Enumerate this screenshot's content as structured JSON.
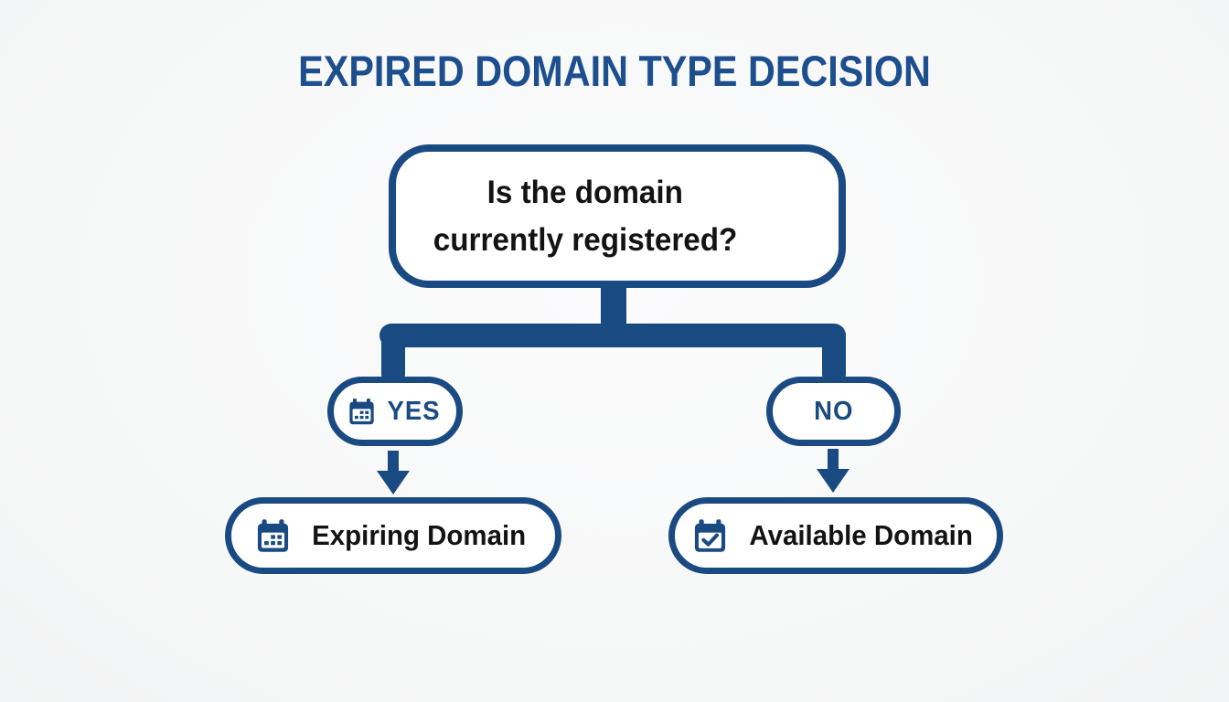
{
  "title": "EXPIRED DOMAIN TYPE DECISION",
  "question": {
    "line1": "Is the domain",
    "line2": "currently registered?"
  },
  "branch_yes": {
    "label": "YES",
    "icon": "calendar-icon",
    "result_label": "Expiring Domain",
    "result_icon": "calendar-icon"
  },
  "branch_no": {
    "label": "NO",
    "result_label": "Available Domain",
    "result_icon": "calendar-check-icon"
  },
  "colors": {
    "primary_blue": "#1a4a82",
    "title_blue": "#1d4f8f",
    "text_black": "#131313",
    "background": "#f7f8f8",
    "node_fill": "#ffffff"
  }
}
